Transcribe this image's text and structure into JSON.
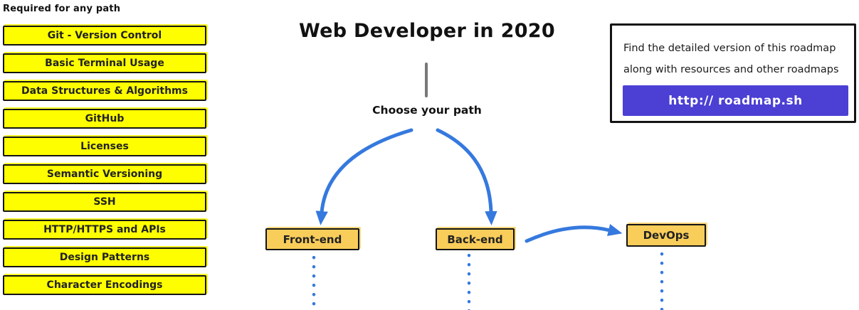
{
  "left_panel": {
    "heading": "Required for any path",
    "items": [
      "Git - Version Control",
      "Basic Terminal Usage",
      "Data Structures & Algorithms",
      "GitHub",
      "Licenses",
      "Semantic Versioning",
      "SSH",
      "HTTP/HTTPS and APIs",
      "Design Patterns",
      "Character Encodings"
    ]
  },
  "center": {
    "title": "Web Developer in 2020",
    "subtitle": "Choose your path",
    "nodes": {
      "frontend": "Front-end",
      "backend": "Back-end",
      "devops": "DevOps"
    }
  },
  "info_box": {
    "line1": "Find the detailed version of this roadmap",
    "line2": "along with resources and other roadmaps",
    "button_label": "http:// roadmap.sh"
  },
  "colors": {
    "highlight_yellow": "#FEFE00",
    "node_amber": "#F9CD5A",
    "arrow_blue": "#3579DE",
    "button_purple": "#4B3FD4"
  }
}
